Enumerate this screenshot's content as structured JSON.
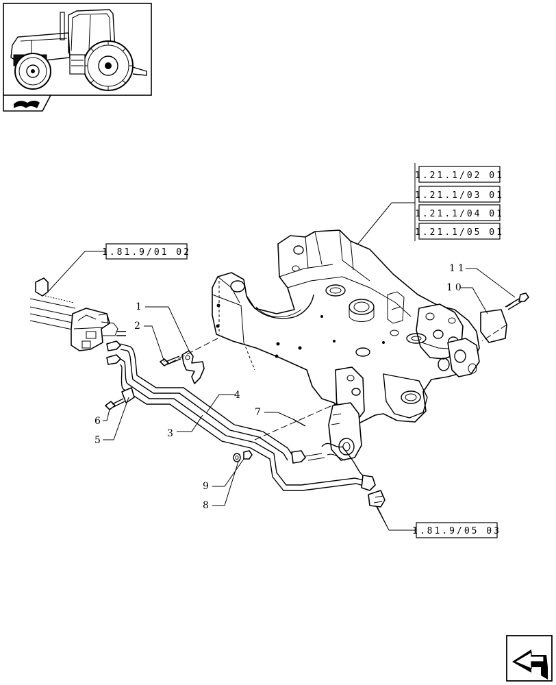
{
  "references": {
    "top_right": [
      "1.21.1/02 01",
      "1.21.1/03 01",
      "1.21.1/04 01",
      "1.21.1/05 01"
    ],
    "left": "1.81.9/01 02",
    "bottom": "1.81.9/05 03"
  },
  "item_numbers": [
    "1",
    "2",
    "3",
    "4",
    "5",
    "6",
    "7",
    "8",
    "9",
    "10",
    "11"
  ],
  "icons": {
    "thumbnail": "tractor-thumbnail-icon",
    "book": "book-icon",
    "navigation": "back-arrow-icon"
  }
}
